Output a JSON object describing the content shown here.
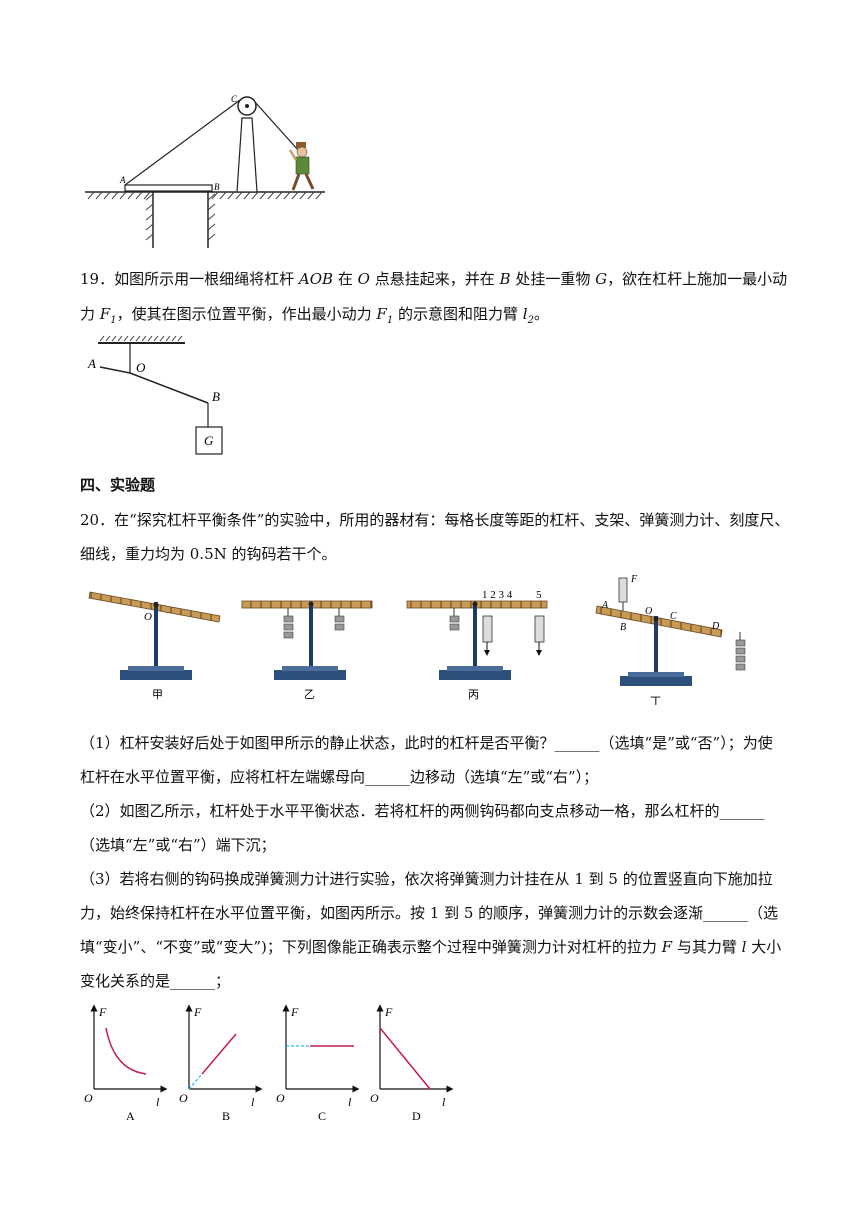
{
  "fig18": {
    "labels": {
      "A": "A",
      "B": "B",
      "C": "C"
    }
  },
  "q19": {
    "number": "19．",
    "line1_a": "如图所示用一根细绳将杠杆",
    "line1_aob": "AOB",
    "line1_b": "在",
    "line1_o": "O",
    "line1_c": "点悬挂起来，并在",
    "line1_bpt": "B",
    "line1_d": "处挂一重物",
    "line1_g": "G",
    "line1_e": "，欲在杠杆上施加一最小动",
    "line2_a": "力",
    "line2_f1": "F",
    "line2_sub1": "1",
    "line2_b": "，使其在图示位置平衡，作出最小动力",
    "line2_f1b": "F",
    "line2_sub1b": "1",
    "line2_c": "的示意图和阻力臂",
    "line2_l2": "l",
    "line2_sub2": "2",
    "line2_d": "。",
    "fig": {
      "A": "A",
      "O": "O",
      "B": "B",
      "G": "G"
    }
  },
  "section4": {
    "title": "四、实验题"
  },
  "q20": {
    "line1": "20．在“探究杠杆平衡条件”的实验中，所用的器材有：每格长度等距的杠杆、支架、弹簧测力计、刻度尺、",
    "line2": "细线，重力均为 0.5N 的钩码若干个。",
    "figs": {
      "jia": "甲",
      "yi": "乙",
      "bing": "丙",
      "ding": "丁",
      "O": "O",
      "nums": "1 2 3 4",
      "five": "5",
      "A": "A",
      "B": "B",
      "C": "C",
      "D": "D",
      "F": "F"
    },
    "p1_l1": "（1）杠杆安装好后处于如图甲所示的静止状态，此时的杠杆是否平衡？______（选填“是”或“否”）；为使",
    "p1_l2": "杠杆在水平位置平衡，应将杠杆左端螺母向______边移动（选填“左”或“右”）；",
    "p2_l1": "（2）如图乙所示，杠杆处于水平平衡状态．若将杠杆的两侧钩码都向支点移动一格，那么杠杆的______",
    "p2_l2": "（选填“左”或“右”）端下沉；",
    "p3_l1": "（3）若将右侧的钩码换成弹簧测力计进行实验，依次将弹簧测力计挂在从 1 到 5 的位置竖直向下施加拉",
    "p3_l2": "力，始终保持杠杆在水平位置平衡，如图丙所示。按 1 到 5 的顺序，弹簧测力计的示数会逐渐______（选",
    "p3_l3a": "填“变小”、“不变”或“变大”)；下列图像能正确表示整个过程中弹簧测力计对杠杆的拉力",
    "p3_l3F": "F",
    "p3_l3b": "与其力臂",
    "p3_l3l": "l",
    "p3_l3c": "大小",
    "p3_l4": "变化关系的是______；",
    "graphs": [
      {
        "name": "A",
        "yaxis": "F",
        "xaxis": "l",
        "origin": "O"
      },
      {
        "name": "B",
        "yaxis": "F",
        "xaxis": "l",
        "origin": "O"
      },
      {
        "name": "C",
        "yaxis": "F",
        "xaxis": "l",
        "origin": "O"
      },
      {
        "name": "D",
        "yaxis": "F",
        "xaxis": "l",
        "origin": "O"
      }
    ]
  }
}
